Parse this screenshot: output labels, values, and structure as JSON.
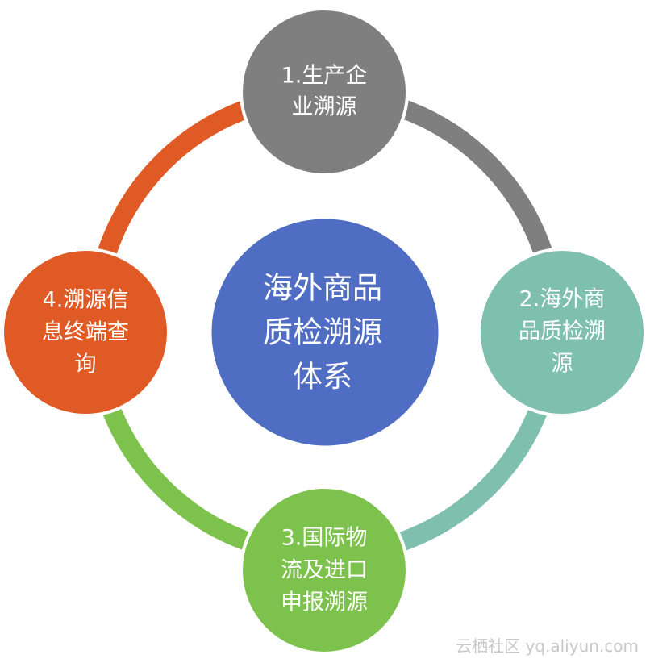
{
  "diagram": {
    "center": {
      "lines": [
        "海外商品",
        "质检溯源",
        "体系"
      ],
      "color": "#4f6dc3"
    },
    "nodes": [
      {
        "id": "1",
        "lines": [
          "1.生产企",
          "业溯源"
        ],
        "color": "#7f7f7f",
        "arc_color": "#7f7f7f"
      },
      {
        "id": "2",
        "lines": [
          "2.海外商",
          "品质检溯",
          "源"
        ],
        "color": "#7fbfae",
        "arc_color": "#7fbfae"
      },
      {
        "id": "3",
        "lines": [
          "3.国际物",
          "流及进口",
          "申报溯源"
        ],
        "color": "#7dc24d",
        "arc_color": "#7dc24d"
      },
      {
        "id": "4",
        "lines": [
          "4.溯源信",
          "息终端查",
          "询"
        ],
        "color": "#e05a25",
        "arc_color": "#e05a25"
      }
    ]
  },
  "watermark": "云栖社区 yq.aliyun.com"
}
